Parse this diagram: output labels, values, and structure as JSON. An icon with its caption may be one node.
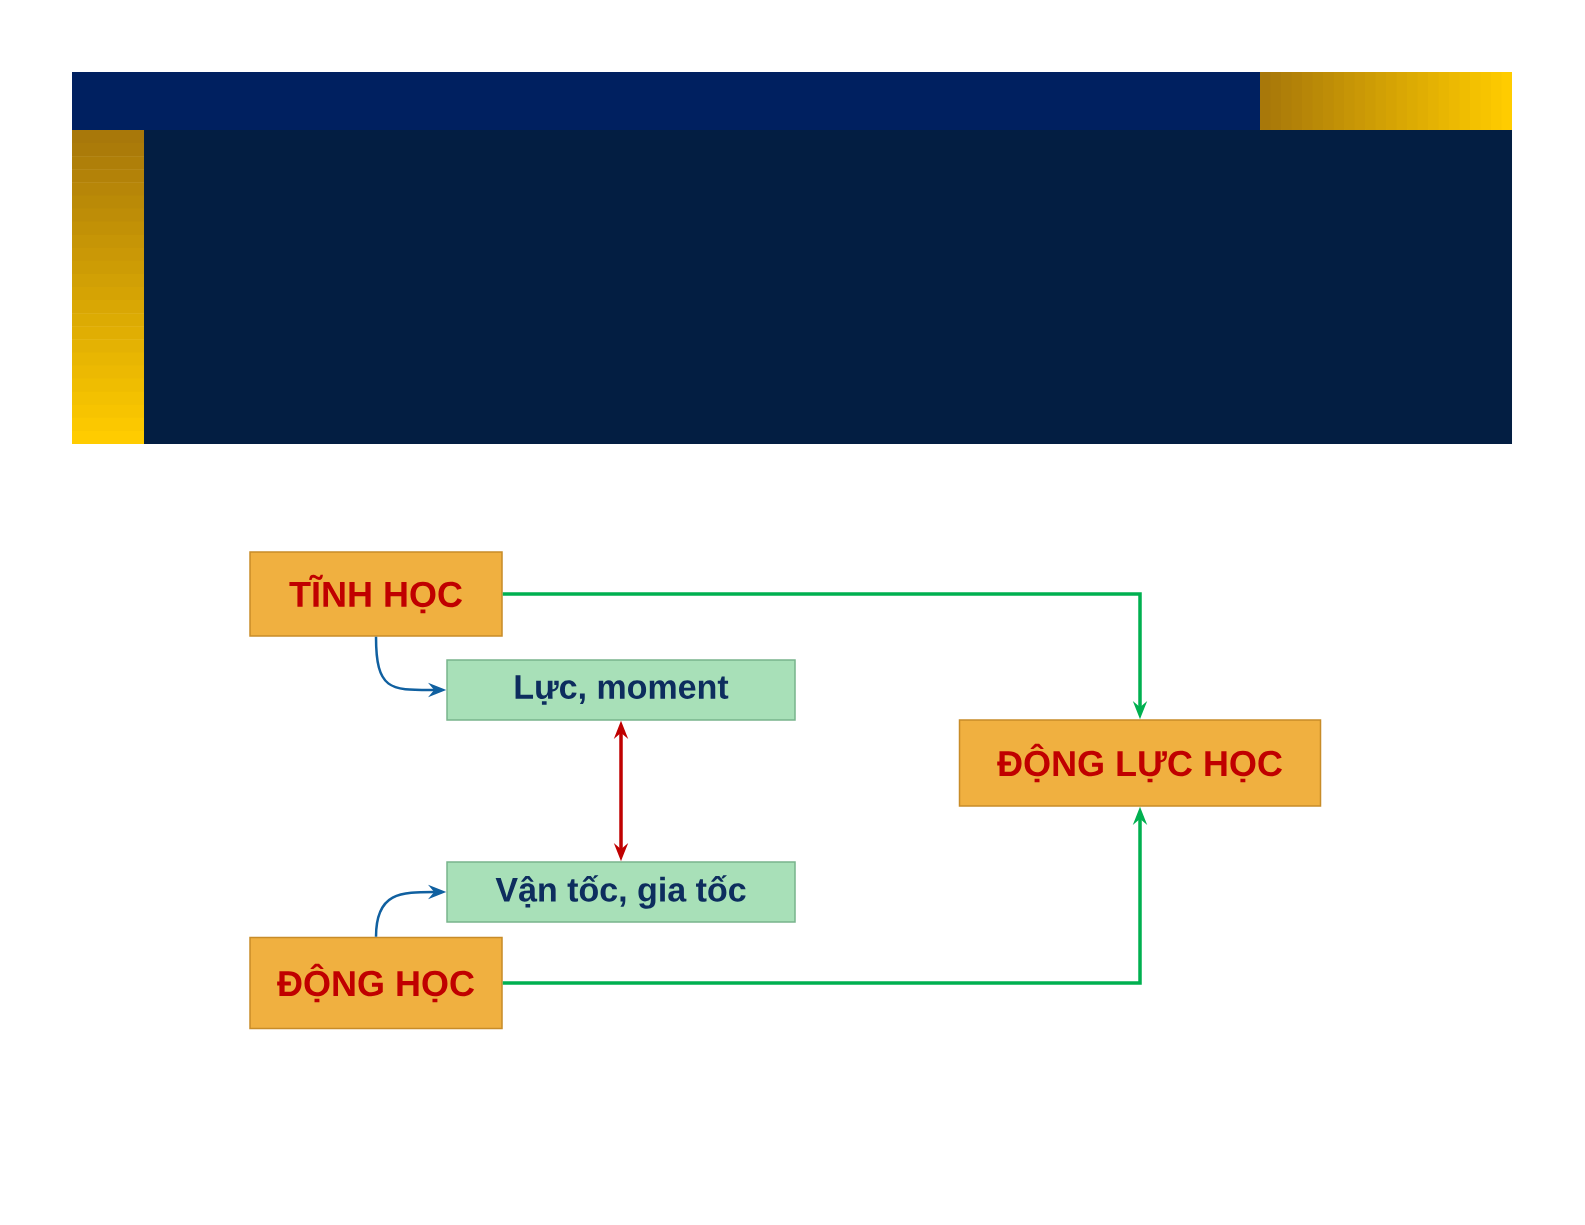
{
  "diagram": {
    "nodes": [
      {
        "text": [
          "TĨNH HỌC"
        ]
      },
      {
        "text": [
          "Lực, moment"
        ]
      },
      {
        "text": [
          "ĐỘNG LỰC HỌC"
        ]
      },
      {
        "text": [
          "Vận tốc, gia tốc"
        ]
      },
      {
        "text": [
          "ĐỘNG HỌC"
        ]
      }
    ],
    "edges": [
      {
        "from": 0,
        "to": 2,
        "arrow": "to",
        "color": "#00b050"
      },
      {
        "from": 4,
        "to": 2,
        "arrow": "to",
        "color": "#00b050"
      },
      {
        "from": 0,
        "to": 1,
        "arrow": "to",
        "color": "#1060a0"
      },
      {
        "from": 4,
        "to": 3,
        "arrow": "to",
        "color": "#1060a0"
      },
      {
        "from": 1,
        "to": 3,
        "arrow": "both",
        "color": "#c00000"
      }
    ]
  }
}
